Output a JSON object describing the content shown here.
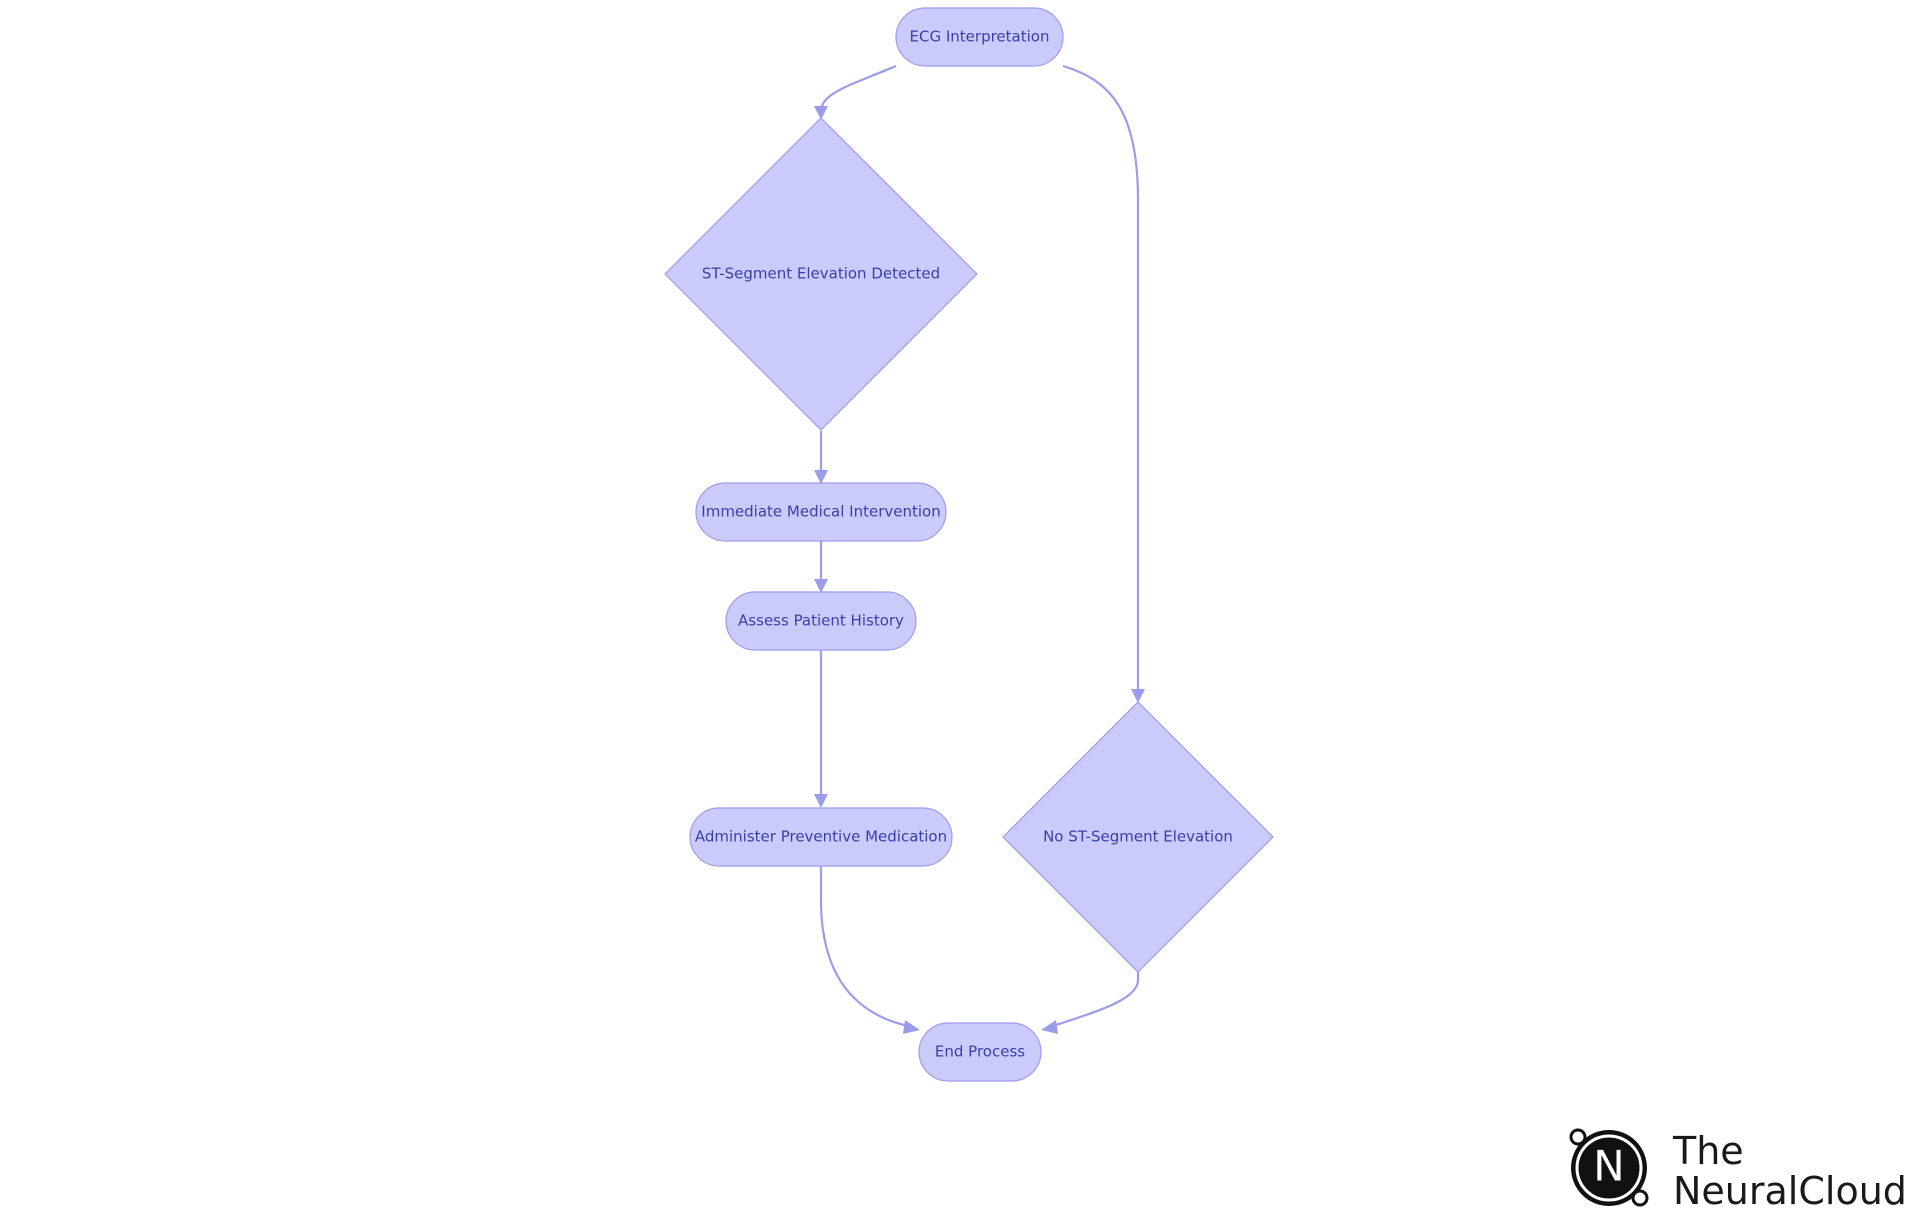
{
  "colors": {
    "node_fill": "#cacbfb",
    "node_stroke": "#9b9deb",
    "node_text": "#3b3fa8",
    "edge": "#9b9deb",
    "logo": "#111111"
  },
  "nodes": {
    "ecg_interpretation": {
      "label": "ECG Interpretation",
      "shape": "rounded-rectangle"
    },
    "st_elevation_detected": {
      "label": "ST-Segment Elevation Detected",
      "shape": "diamond"
    },
    "immediate_intervention": {
      "label": "Immediate Medical Intervention",
      "shape": "rounded-rectangle"
    },
    "assess_history": {
      "label": "Assess Patient History",
      "shape": "rounded-rectangle"
    },
    "preventive_medication": {
      "label": "Administer Preventive Medication",
      "shape": "rounded-rectangle"
    },
    "no_st_elevation": {
      "label": "No ST-Segment Elevation",
      "shape": "diamond"
    },
    "end_process": {
      "label": "End Process",
      "shape": "rounded-rectangle"
    }
  },
  "edges": [
    {
      "from": "ecg_interpretation",
      "to": "st_elevation_detected"
    },
    {
      "from": "ecg_interpretation",
      "to": "no_st_elevation"
    },
    {
      "from": "st_elevation_detected",
      "to": "immediate_intervention"
    },
    {
      "from": "immediate_intervention",
      "to": "assess_history"
    },
    {
      "from": "assess_history",
      "to": "preventive_medication"
    },
    {
      "from": "preventive_medication",
      "to": "end_process"
    },
    {
      "from": "no_st_elevation",
      "to": "end_process"
    }
  ],
  "logo": {
    "line1": "The",
    "line2": "NeuralCloud",
    "monogram": "N",
    "icon": "neuralcloud-logo-icon"
  }
}
